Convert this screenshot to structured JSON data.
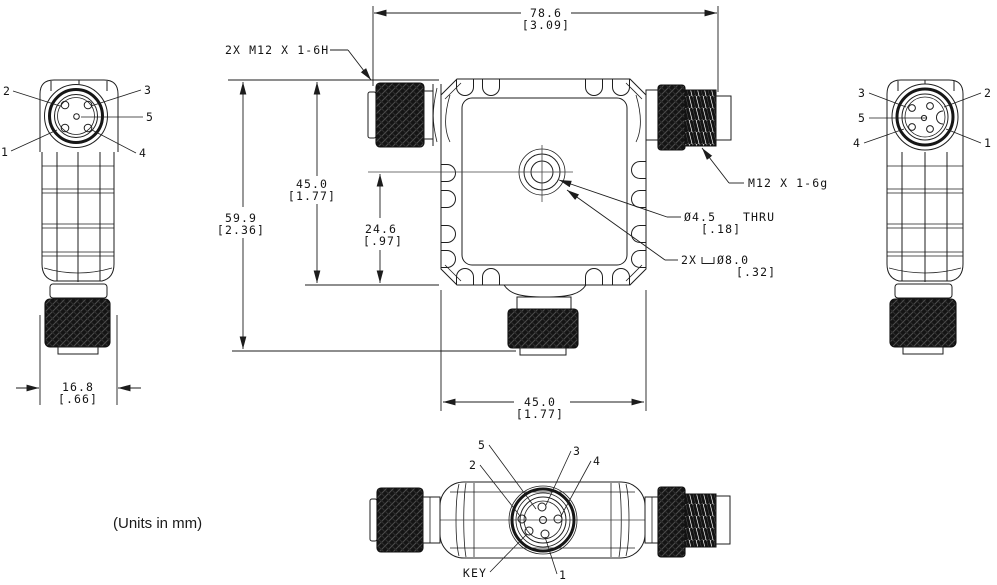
{
  "drawing": {
    "units_note": "(Units in mm)",
    "colors": {
      "ink": "#1c1c1c",
      "dark_fill": "#141414"
    },
    "dims": {
      "overall_length": {
        "mm": "78.6",
        "inch": "[3.09]"
      },
      "body_height": {
        "mm": "45.0",
        "inch": "[1.77]"
      },
      "overall_height": {
        "mm": "59.9",
        "inch": "[2.36]"
      },
      "port_center_offset": {
        "mm": "24.6",
        "inch": "[.97]"
      },
      "body_width": {
        "mm": "45.0",
        "inch": "[1.77]"
      },
      "connector_body_width": {
        "mm": "16.8",
        "inch": "[.66]"
      }
    },
    "notes": {
      "female_ports_thread": "2X M12 X 1-6H",
      "male_port_thread": "M12 X 1-6g",
      "thru_hole_dia": "Ø4.5",
      "thru_hole_suffix": "THRU",
      "thru_hole_inch": "[.18]",
      "cbore_prefix": "2X",
      "cbore_dia": "Ø8.0",
      "cbore_inch": "[.32]"
    },
    "pins": {
      "left_view": [
        "2",
        "3",
        "5",
        "1",
        "4"
      ],
      "right_view": [
        "3",
        "2",
        "5",
        "4",
        "1"
      ],
      "bottom_view": [
        "5",
        "2",
        "3",
        "4",
        "1"
      ],
      "key_label": "KEY"
    }
  }
}
